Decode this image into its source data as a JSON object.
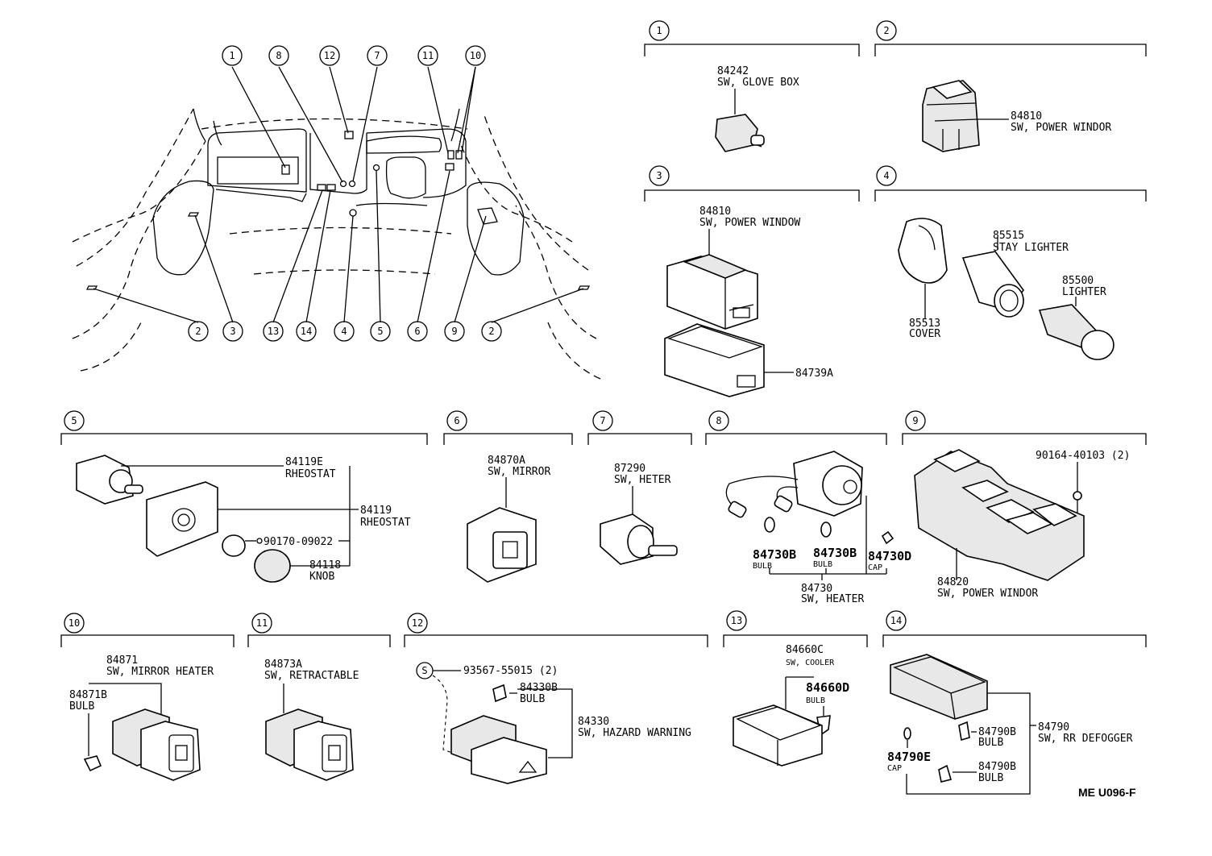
{
  "callouts": [
    "1",
    "2",
    "3",
    "4",
    "5",
    "6",
    "7",
    "8",
    "9",
    "10",
    "11",
    "12",
    "13",
    "14",
    "S"
  ],
  "parts": {
    "p84242": "84242",
    "glove_box": "SW, GLOVE BOX",
    "p84810_a": "84810",
    "power_windor_a": "SW, POWER WINDOR",
    "p84810_b": "84810",
    "power_window": "SW, POWER WINDOW",
    "p84739A": "84739A",
    "p85515": "85515",
    "stay_lighter": "STAY LIGHTER",
    "p85500": "85500",
    "lighter": "LIGHTER",
    "p85513": "85513",
    "cover": "COVER",
    "p84119E": "84119E",
    "rheostat_a": "RHEOSTAT",
    "p84119": "84119",
    "rheostat_b": "RHEOSTAT",
    "p90170": "90170-09022",
    "p84118": "84118",
    "knob": "KNOB",
    "p84870A": "84870A",
    "sw_mirror": "SW, MIRROR",
    "p87290": "87290",
    "sw_heter": "SW, HETER",
    "p84730B_a": "84730B",
    "bulb_a": "BULB",
    "p84730B_b": "84730B",
    "bulb_b": "BULB",
    "p84730D": "84730D",
    "cap_a": "CAP",
    "p84730": "84730",
    "sw_heater": "SW, HEATER",
    "p90164": "90164-40103 (2)",
    "p84820": "84820",
    "power_windor_b": "SW, POWER WINDOR",
    "p84871": "84871",
    "mirror_heater": "SW, MIRROR HEATER",
    "p84871B": "84871B",
    "bulb_c": "BULB",
    "p84873A": "84873A",
    "retractable": "SW, RETRACTABLE",
    "p93567": "93567-55015 (2)",
    "p84330B": "84330B",
    "bulb_d": "BULB",
    "p84330": "84330",
    "hazard": "SW, HAZARD WARNING",
    "p84660C": "84660C",
    "sw_cooler": "SW, COOLER",
    "p84660D": "84660D",
    "bulb_e": "BULB",
    "p84790": "84790",
    "rr_defogger": "SW, RR DEFOGGER",
    "p84790B_a": "84790B",
    "bulb_f": "BULB",
    "p84790B_b": "84790B",
    "bulb_g": "BULB",
    "p84790E": "84790E",
    "cap_b": "CAP"
  },
  "ref_code": "ME  U096-F"
}
